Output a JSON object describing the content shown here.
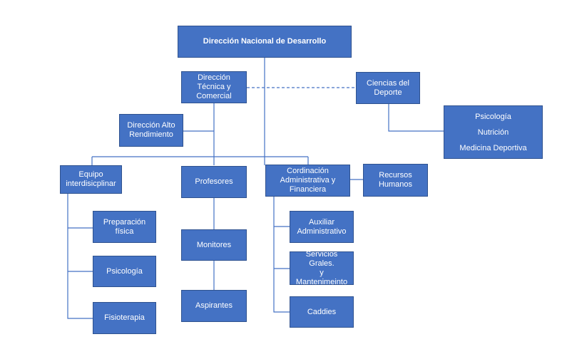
{
  "colors": {
    "box_fill": "#4472c4",
    "box_border": "#2f528f",
    "connector": "#4472c4",
    "text": "#ffffff"
  },
  "nodes": {
    "direccion_nacional": "Dirección Nacional  de Desarrollo",
    "direccion_tecnica": "Dirección\nTécnica  y\nComercial",
    "ciencias_deporte": "Ciencias del\nDeporte",
    "ciencias_items": [
      "Psicología",
      "Nutrición",
      "Medicina Deportiva"
    ],
    "alto_rendimiento": "Dirección Alto\nRendimiento",
    "equipo": "Equipo\ninterdisicplinar",
    "profesores": "Profesores",
    "coordinacion": "Cordinación\nAdministrativa y\nFinanciera",
    "recursos_humanos": "Recursos\nHumanos",
    "preparacion": "Preparación\nfísica",
    "psicologia": "Psicología",
    "fisioterapia": "Fisioterapia",
    "monitores": "Monitores",
    "aspirantes": "Aspirantes",
    "auxiliar": "Auxiliar\nAdministrativo",
    "servicios": "Servicios Grales.\ny\nMantenimeinto",
    "caddies": "Caddies"
  }
}
